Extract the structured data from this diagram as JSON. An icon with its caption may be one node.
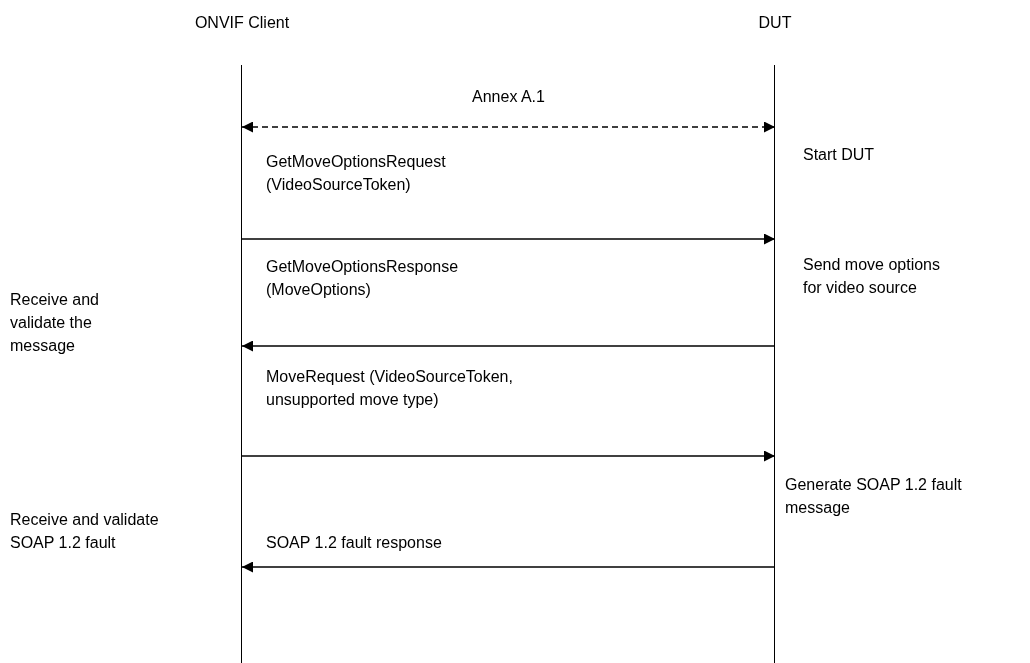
{
  "diagram": {
    "nodes": [
      {
        "text": [
          "ONVIF Client"
        ]
      },
      {
        "text": [
          "DUT"
        ]
      }
    ],
    "edges": [
      {
        "from": 0,
        "to": 1,
        "arrow": "both",
        "style": "dashed",
        "label": "Annex A.1"
      },
      {
        "from": 0,
        "to": 1,
        "arrow": "to",
        "label": "GetMoveOptionsRequest (VideoSourceToken)"
      },
      {
        "from": 1,
        "to": 0,
        "arrow": "to",
        "label": "GetMoveOptionsResponse (MoveOptions)"
      },
      {
        "from": 0,
        "to": 1,
        "arrow": "to",
        "label": "MoveRequest (VideoSourceToken, unsupported move type)"
      },
      {
        "from": 1,
        "to": 0,
        "arrow": "to",
        "label": "SOAP 1.2 fault response"
      }
    ],
    "labels": [
      "Start DUT",
      "Send move options for video source",
      "Receive and validate the message",
      "Generate SOAP 1.2 fault message",
      "Receive and validate SOAP 1.2 fault"
    ]
  }
}
